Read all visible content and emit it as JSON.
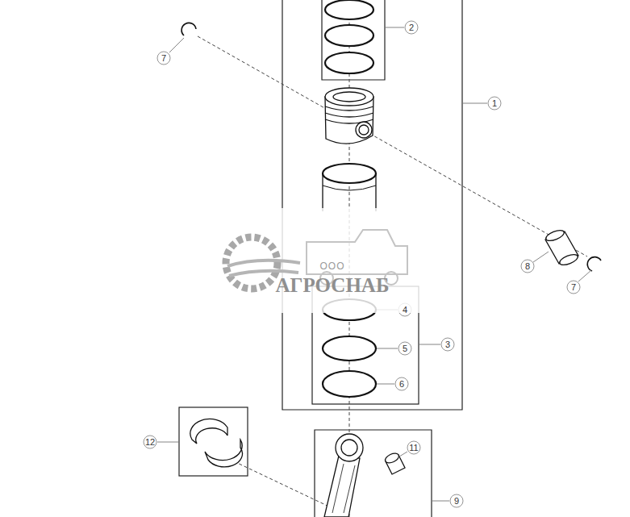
{
  "diagram": {
    "labels": [
      "2",
      "7",
      "1",
      "8",
      "ООО",
      "АГРОСНАБ",
      "7",
      "4",
      "3",
      "5",
      "6",
      "12",
      "11",
      "9"
    ]
  }
}
